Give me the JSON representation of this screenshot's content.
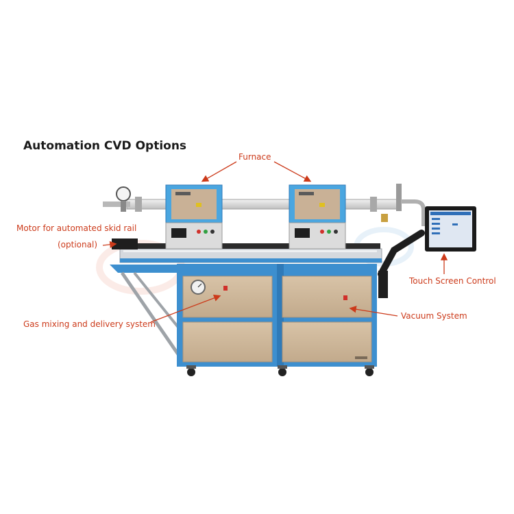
{
  "title": "Automation CVD Options",
  "labels": {
    "furnace": "Furnace",
    "motor_line1": "Motor for automated skid rail",
    "motor_line2": "(optional)",
    "gas": "Gas mixing and delivery system",
    "vacuum": "Vacuum System",
    "touch": "Touch Screen Control"
  },
  "colors": {
    "frame_blue": "#3d8fcf",
    "panel_beige": "#cdb69a",
    "furnace_blue": "#4aa6e0",
    "label_red": "#cc3a1a",
    "arrow_red": "#cc3a1a"
  }
}
